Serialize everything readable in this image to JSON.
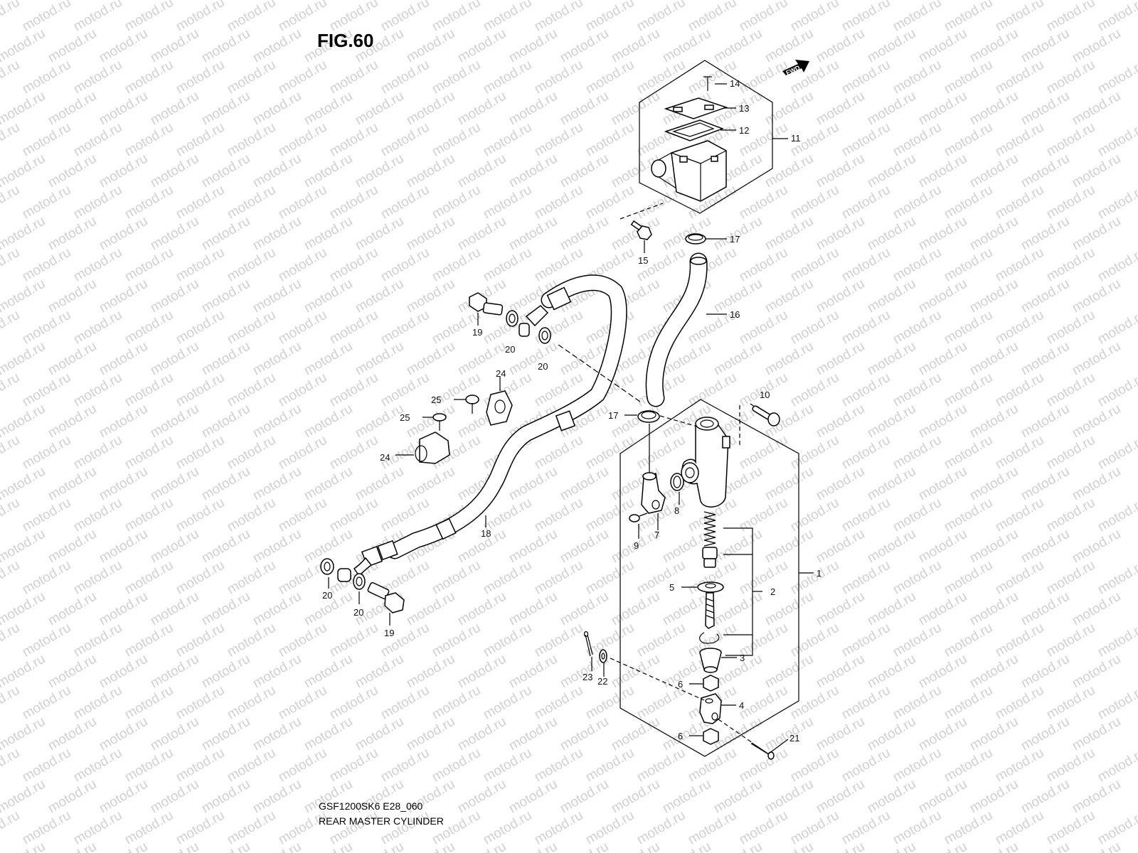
{
  "figure": {
    "title": "FIG.60",
    "model_code": "GSF1200SK6 E28_060",
    "caption": "REAR MASTER CYLINDER",
    "fwd_badge": "FWD"
  },
  "watermark": {
    "text": "motod.ru"
  },
  "callouts": [
    {
      "key": "14",
      "label": "14"
    },
    {
      "key": "13",
      "label": "13"
    },
    {
      "key": "12",
      "label": "12"
    },
    {
      "key": "11",
      "label": "11"
    },
    {
      "key": "15",
      "label": "15"
    },
    {
      "key": "17a",
      "label": "17"
    },
    {
      "key": "16",
      "label": "16"
    },
    {
      "key": "19a",
      "label": "19"
    },
    {
      "key": "20a",
      "label": "20"
    },
    {
      "key": "20b",
      "label": "20"
    },
    {
      "key": "24a",
      "label": "24"
    },
    {
      "key": "25a",
      "label": "25"
    },
    {
      "key": "25b",
      "label": "25"
    },
    {
      "key": "24b",
      "label": "24"
    },
    {
      "key": "10",
      "label": "10"
    },
    {
      "key": "17b",
      "label": "17"
    },
    {
      "key": "8",
      "label": "8"
    },
    {
      "key": "9",
      "label": "9"
    },
    {
      "key": "7",
      "label": "7"
    },
    {
      "key": "18",
      "label": "18"
    },
    {
      "key": "1",
      "label": "1"
    },
    {
      "key": "5",
      "label": "5"
    },
    {
      "key": "2",
      "label": "2"
    },
    {
      "key": "20c",
      "label": "20"
    },
    {
      "key": "20d",
      "label": "20"
    },
    {
      "key": "19b",
      "label": "19"
    },
    {
      "key": "3",
      "label": "3"
    },
    {
      "key": "23",
      "label": "23"
    },
    {
      "key": "22",
      "label": "22"
    },
    {
      "key": "6a",
      "label": "6"
    },
    {
      "key": "4",
      "label": "4"
    },
    {
      "key": "6b",
      "label": "6"
    },
    {
      "key": "21",
      "label": "21"
    }
  ]
}
